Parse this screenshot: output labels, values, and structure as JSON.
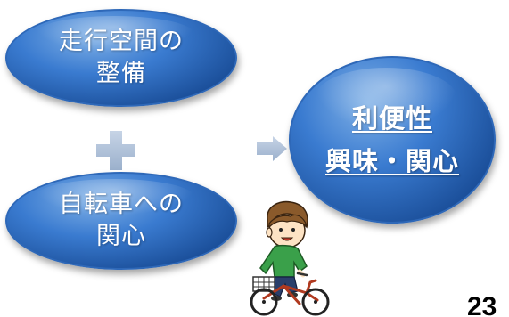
{
  "left_top": {
    "line1": "走行空間の",
    "line2": "整備"
  },
  "left_bottom": {
    "line1": "自転車への",
    "line2": "関心"
  },
  "right": {
    "line1": "利便性",
    "line2": "興味・関心"
  },
  "page_number": "23",
  "icons": {
    "plus": "plus-icon",
    "arrow": "right-arrow-icon",
    "cyclist": "cyclist-illustration"
  },
  "colors": {
    "ellipse": "#2f6cc0",
    "connector": "#a9bcd6",
    "text": "#ffffff",
    "shirt": "#3aa04a"
  }
}
